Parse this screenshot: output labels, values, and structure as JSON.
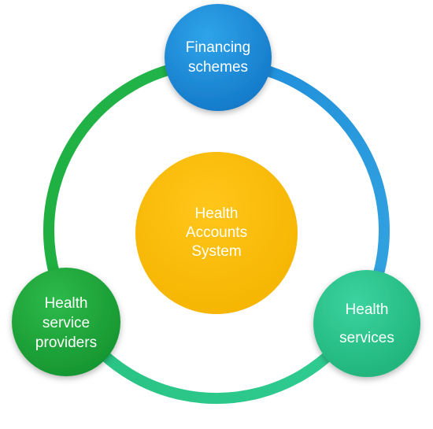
{
  "diagram": {
    "center": {
      "lines": [
        "Health",
        "Accounts",
        "System"
      ],
      "color": "#FFC000"
    },
    "nodes": {
      "financing": {
        "lines": [
          "Financing",
          "schemes"
        ],
        "color": "#1E8FD8"
      },
      "services": {
        "lines": [
          "Health",
          "services"
        ],
        "color": "#2BC28A"
      },
      "providers": {
        "lines": [
          "Health",
          "service",
          "providers"
        ],
        "color": "#1FA83C"
      }
    },
    "ring_colors": {
      "blue": "#2A9BDA",
      "teal": "#2FCB91",
      "green": "#20B24A"
    }
  }
}
